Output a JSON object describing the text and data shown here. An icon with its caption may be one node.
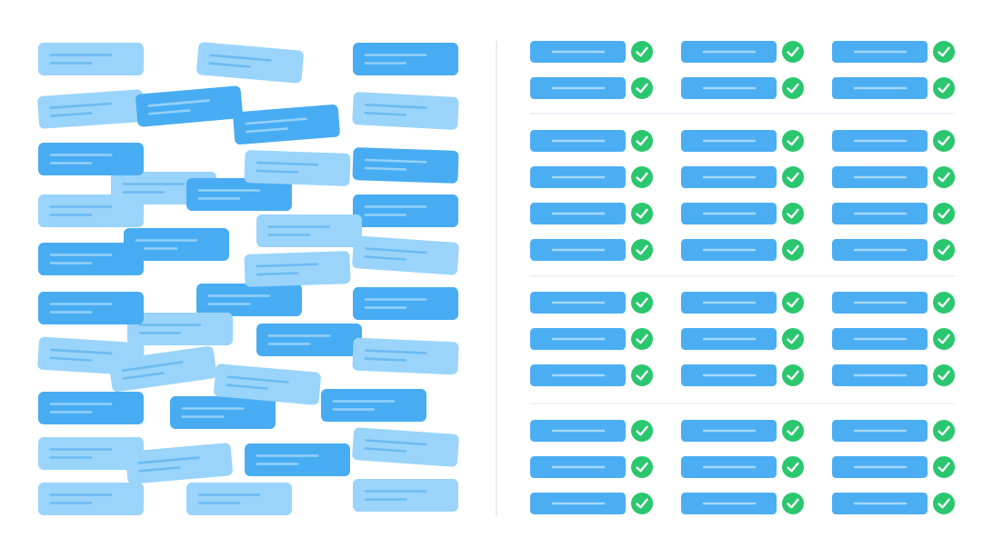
{
  "diagram": {
    "nodes": [
      {
        "text": [],
        "shape": "box"
      },
      {
        "text": [],
        "shape": "box"
      },
      {
        "text": [],
        "shape": "box"
      },
      {
        "text": [],
        "shape": "box"
      },
      {
        "text": [],
        "shape": "box"
      },
      {
        "text": [],
        "shape": "box"
      },
      {
        "text": [],
        "shape": "box"
      },
      {
        "text": [],
        "shape": "box"
      },
      {
        "text": [],
        "shape": "box"
      },
      {
        "text": [],
        "shape": "box"
      },
      {
        "text": [],
        "shape": "box"
      },
      {
        "text": [],
        "shape": "box"
      },
      {
        "text": [],
        "shape": "box"
      },
      {
        "text": [],
        "shape": "box"
      },
      {
        "text": [],
        "shape": "box"
      },
      {
        "text": [],
        "shape": "box"
      },
      {
        "text": [],
        "shape": "box"
      },
      {
        "text": [],
        "shape": "box"
      },
      {
        "text": [],
        "shape": "box"
      },
      {
        "text": [],
        "shape": "box"
      },
      {
        "text": [],
        "shape": "box"
      },
      {
        "text": [],
        "shape": "box"
      },
      {
        "text": [],
        "shape": "box"
      },
      {
        "text": [],
        "shape": "box"
      },
      {
        "text": [],
        "shape": "box"
      },
      {
        "text": [],
        "shape": "box"
      },
      {
        "text": [],
        "shape": "box"
      },
      {
        "text": [],
        "shape": "box"
      },
      {
        "text": [],
        "shape": "box"
      },
      {
        "text": [],
        "shape": "box"
      },
      {
        "text": [],
        "shape": "box"
      },
      {
        "text": [],
        "shape": "box"
      },
      {
        "text": [],
        "shape": "box"
      },
      {
        "text": [],
        "shape": "box"
      },
      {
        "text": [],
        "shape": "box"
      },
      {
        "text": [],
        "shape": "box"
      },
      {
        "text": [],
        "shape": "box"
      },
      {
        "text": [],
        "shape": "box"
      },
      {
        "text": [],
        "shape": "box"
      },
      {
        "text": [],
        "shape": "box"
      },
      {
        "text": [],
        "shape": "box"
      },
      {
        "text": [],
        "shape": "box"
      },
      {
        "text": [],
        "shape": "box"
      },
      {
        "text": [],
        "shape": "box"
      },
      {
        "text": [],
        "shape": "box"
      },
      {
        "text": [],
        "shape": "box"
      },
      {
        "text": [],
        "shape": "box"
      },
      {
        "text": [],
        "shape": "box"
      },
      {
        "text": [],
        "shape": "box"
      },
      {
        "text": [],
        "shape": "box"
      },
      {
        "text": [],
        "shape": "box"
      },
      {
        "text": [],
        "shape": "box"
      },
      {
        "text": [],
        "shape": "box"
      },
      {
        "text": [],
        "shape": "box"
      },
      {
        "text": [],
        "shape": "box"
      },
      {
        "text": [],
        "shape": "box"
      },
      {
        "text": [],
        "shape": "box"
      },
      {
        "text": [],
        "shape": "box"
      },
      {
        "text": [],
        "shape": "box"
      },
      {
        "text": [],
        "shape": "box"
      },
      {
        "text": [],
        "shape": "box"
      },
      {
        "text": [],
        "shape": "box"
      },
      {
        "text": [],
        "shape": "box"
      },
      {
        "text": [],
        "shape": "box"
      },
      {
        "text": [],
        "shape": "box"
      },
      {
        "text": [],
        "shape": "box"
      },
      {
        "text": [],
        "shape": "box"
      },
      {
        "text": [],
        "shape": "box"
      },
      {
        "text": [],
        "shape": "box"
      },
      {
        "text": [],
        "shape": "box"
      },
      {
        "text": [],
        "shape": "box"
      },
      {
        "text": [],
        "shape": "box"
      },
      {
        "text": [],
        "shape": "box"
      },
      {
        "text": [],
        "shape": "box"
      }
    ]
  }
}
